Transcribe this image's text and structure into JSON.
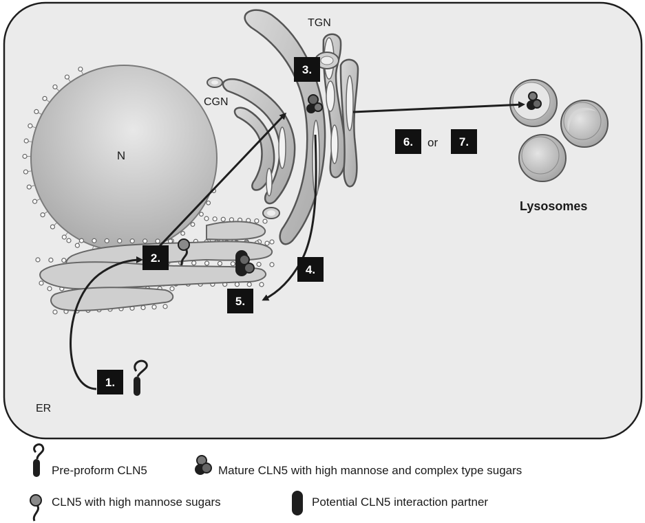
{
  "labels": {
    "nucleus": "N",
    "cgn": "CGN",
    "tgn": "TGN",
    "er": "ER",
    "lysosomes": "Lysosomes",
    "or": "or"
  },
  "steps": [
    "1.",
    "2.",
    "3.",
    "4.",
    "5.",
    "6.",
    "7."
  ],
  "legend": {
    "preproform": "Pre-proform CLN5",
    "mature": "Mature CLN5 with high mannose and complex type sugars",
    "high_mannose": "CLN5 with high mannose sugars",
    "partner": "Potential CLN5 interaction partner"
  },
  "colors": {
    "cell_fill": "#ebebeb",
    "membrane": "#6e6e6e",
    "organelle": "#c8c8c8",
    "dark": "#1e1e1e"
  }
}
